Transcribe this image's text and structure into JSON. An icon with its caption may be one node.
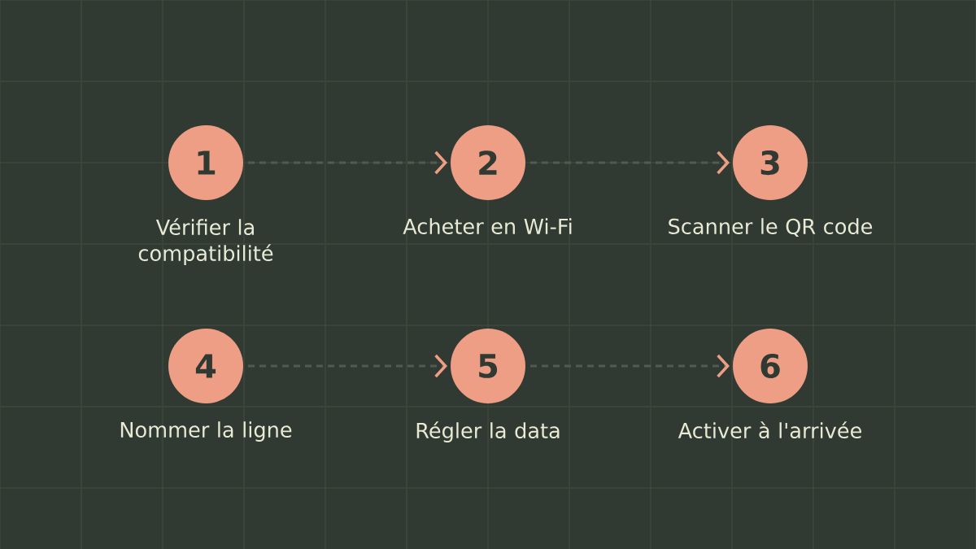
{
  "diagram": {
    "nodes": [
      {
        "text": [
          "1"
        ],
        "beside": [
          "Vérifier la compatibilité"
        ]
      },
      {
        "text": [
          "2"
        ],
        "beside": [
          "Acheter en Wi-Fi"
        ]
      },
      {
        "text": [
          "3"
        ],
        "beside": [
          "Scanner le QR code"
        ]
      },
      {
        "text": [
          "4"
        ],
        "beside": [
          "Nommer la ligne"
        ]
      },
      {
        "text": [
          "5"
        ],
        "beside": [
          "Régler la data"
        ]
      },
      {
        "text": [
          "6"
        ],
        "beside": [
          "Activer à l'arrivée"
        ]
      }
    ],
    "edges": [
      {
        "from": 0,
        "to": 1,
        "arrow": "to",
        "style": "dashed"
      },
      {
        "from": 1,
        "to": 2,
        "arrow": "to",
        "style": "dashed"
      },
      {
        "from": 3,
        "to": 4,
        "arrow": "to",
        "style": "dashed"
      },
      {
        "from": 4,
        "to": 5,
        "arrow": "to",
        "style": "dashed"
      }
    ]
  }
}
